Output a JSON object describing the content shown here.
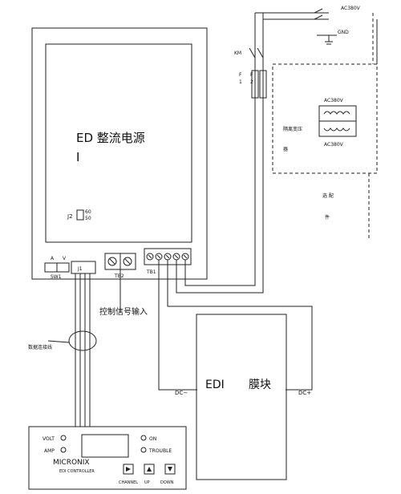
{
  "power_supply": {
    "title_line1": "ED 整流电源",
    "title_line2": "I",
    "jumper_label": "J2",
    "jumper_opt_a": "60",
    "jumper_opt_b": "50",
    "sw1_a": "A",
    "sw1_v": "V",
    "sw1_label": "SW1",
    "j1_label": "J1",
    "tb2_label": "TB2",
    "tb1_label": "TB1"
  },
  "control_signal_label": "控制信号输入",
  "data_cable_label": "数据连接线",
  "ac_source": {
    "label_top": "AC380V",
    "gnd_label": "GND",
    "km_label": "KM",
    "fuse1_label": "F",
    "fuse1_num": "1",
    "fuse2_label": "F",
    "fuse2_num": "2"
  },
  "transformer": {
    "primary_label": "AC380V",
    "secondary_label": "AC380V",
    "name_line1": "隔离变压",
    "name_line2": "器",
    "optional_line1": "选 配",
    "optional_line2": "件"
  },
  "edi_module": {
    "label_edi": "EDI",
    "label_module": "膜块",
    "dc_minus": "DC−",
    "dc_plus": "DC+"
  },
  "controller": {
    "volt": "VOLT",
    "amp": "AMP",
    "on": "ON",
    "trouble": "TROUBLE",
    "brand": "MICRONIX",
    "subtitle": "EDI CONTROLLER",
    "channel": "CHANNEL",
    "up": "UP",
    "down": "DOWN"
  }
}
